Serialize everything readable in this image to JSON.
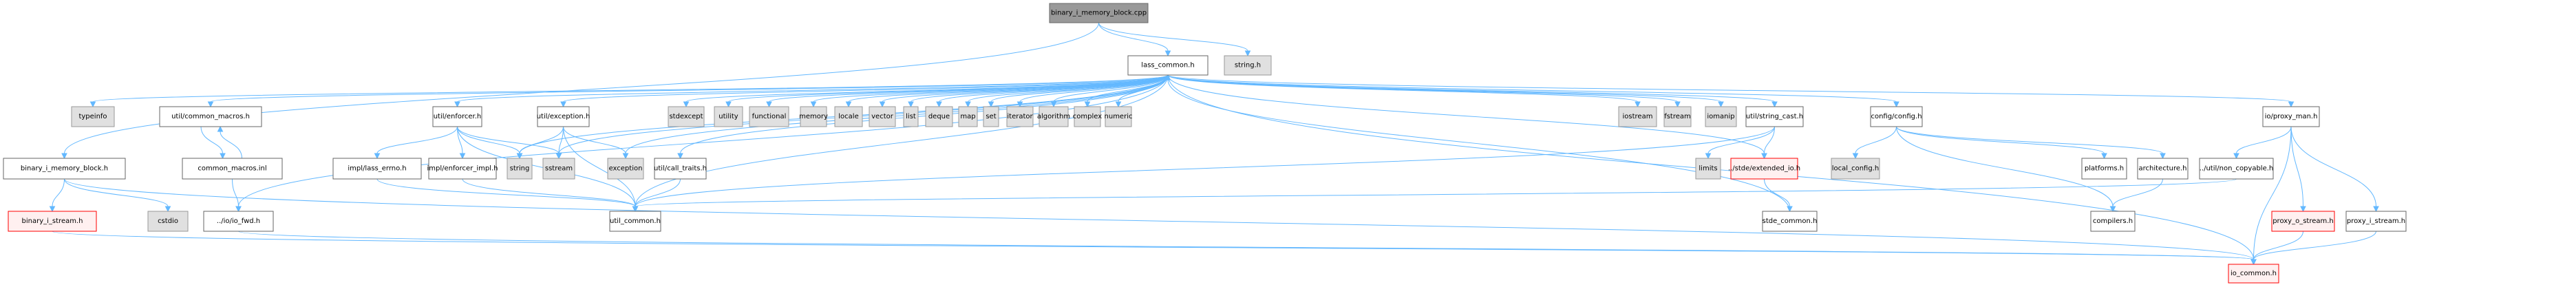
{
  "graph_title": "binary_i_memory_block.cpp include dependency graph",
  "colors": {
    "root_fill": "#999999",
    "root_stroke": "#666666",
    "local_fill": "#ffffff",
    "local_stroke": "#666666",
    "system_fill": "#e0e0e0",
    "system_stroke": "#999999",
    "missing_fill": "#fff0f0",
    "missing_stroke": "#ff0000",
    "edge": "#63b8ff"
  },
  "nodes": [
    {
      "id": "root",
      "label": "binary_i_memory_block.cpp",
      "kind": "root"
    },
    {
      "id": "lass_common",
      "label": "lass_common.h",
      "kind": "local"
    },
    {
      "id": "string_h",
      "label": "string.h",
      "kind": "system"
    },
    {
      "id": "typeinfo",
      "label": "typeinfo",
      "kind": "system"
    },
    {
      "id": "common_macros_h",
      "label": "util/common_macros.h",
      "kind": "local"
    },
    {
      "id": "enforcer",
      "label": "util/enforcer.h",
      "kind": "local"
    },
    {
      "id": "exception_h",
      "label": "util/exception.h",
      "kind": "local"
    },
    {
      "id": "stdexcept",
      "label": "stdexcept",
      "kind": "system"
    },
    {
      "id": "utility",
      "label": "utility",
      "kind": "system"
    },
    {
      "id": "functional",
      "label": "functional",
      "kind": "system"
    },
    {
      "id": "memory",
      "label": "memory",
      "kind": "system"
    },
    {
      "id": "locale",
      "label": "locale",
      "kind": "system"
    },
    {
      "id": "vector",
      "label": "vector",
      "kind": "system"
    },
    {
      "id": "list",
      "label": "list",
      "kind": "system"
    },
    {
      "id": "deque",
      "label": "deque",
      "kind": "system"
    },
    {
      "id": "map",
      "label": "map",
      "kind": "system"
    },
    {
      "id": "set",
      "label": "set",
      "kind": "system"
    },
    {
      "id": "iterator",
      "label": "iterator",
      "kind": "system"
    },
    {
      "id": "algorithm",
      "label": "algorithm",
      "kind": "system"
    },
    {
      "id": "complex",
      "label": "complex",
      "kind": "system"
    },
    {
      "id": "numeric",
      "label": "numeric",
      "kind": "system"
    },
    {
      "id": "iostream",
      "label": "iostream",
      "kind": "system"
    },
    {
      "id": "fstream",
      "label": "fstream",
      "kind": "system"
    },
    {
      "id": "iomanip",
      "label": "iomanip",
      "kind": "system"
    },
    {
      "id": "string_cast",
      "label": "util/string_cast.h",
      "kind": "local"
    },
    {
      "id": "config",
      "label": "config/config.h",
      "kind": "local"
    },
    {
      "id": "proxy_man",
      "label": "io/proxy_man.h",
      "kind": "local"
    },
    {
      "id": "bimb_h",
      "label": "binary_i_memory_block.h",
      "kind": "local"
    },
    {
      "id": "common_macros_inl",
      "label": "common_macros.inl",
      "kind": "local"
    },
    {
      "id": "lass_errno",
      "label": "impl/lass_errno.h",
      "kind": "local"
    },
    {
      "id": "enforcer_impl",
      "label": "impl/enforcer_impl.h",
      "kind": "local"
    },
    {
      "id": "string",
      "label": "string",
      "kind": "system"
    },
    {
      "id": "sstream",
      "label": "sstream",
      "kind": "system"
    },
    {
      "id": "exception",
      "label": "exception",
      "kind": "system"
    },
    {
      "id": "call_traits",
      "label": "util/call_traits.h",
      "kind": "local"
    },
    {
      "id": "limits",
      "label": "limits",
      "kind": "system"
    },
    {
      "id": "extended_io",
      "label": "../stde/extended_io.h",
      "kind": "missing"
    },
    {
      "id": "local_config",
      "label": "local_config.h",
      "kind": "system"
    },
    {
      "id": "platforms",
      "label": "platforms.h",
      "kind": "local"
    },
    {
      "id": "architecture",
      "label": "architecture.h",
      "kind": "local"
    },
    {
      "id": "non_copyable",
      "label": "../util/non_copyable.h",
      "kind": "local"
    },
    {
      "id": "binary_i_stream",
      "label": "binary_i_stream.h",
      "kind": "missing"
    },
    {
      "id": "cstdio",
      "label": "cstdio",
      "kind": "system"
    },
    {
      "id": "io_fwd",
      "label": "../io/io_fwd.h",
      "kind": "local"
    },
    {
      "id": "util_common",
      "label": "util_common.h",
      "kind": "local"
    },
    {
      "id": "stde_common",
      "label": "stde_common.h",
      "kind": "local"
    },
    {
      "id": "compilers",
      "label": "compilers.h",
      "kind": "local"
    },
    {
      "id": "proxy_o_stream",
      "label": "proxy_o_stream.h",
      "kind": "missing"
    },
    {
      "id": "proxy_i_stream",
      "label": "proxy_i_stream.h",
      "kind": "local"
    },
    {
      "id": "io_common",
      "label": "io_common.h",
      "kind": "missing"
    }
  ],
  "edges": [
    [
      "root",
      "lass_common"
    ],
    [
      "root",
      "string_h"
    ],
    [
      "root",
      "bimb_h"
    ],
    [
      "lass_common",
      "typeinfo"
    ],
    [
      "lass_common",
      "common_macros_h"
    ],
    [
      "lass_common",
      "enforcer"
    ],
    [
      "lass_common",
      "exception_h"
    ],
    [
      "lass_common",
      "stdexcept"
    ],
    [
      "lass_common",
      "utility"
    ],
    [
      "lass_common",
      "functional"
    ],
    [
      "lass_common",
      "memory"
    ],
    [
      "lass_common",
      "locale"
    ],
    [
      "lass_common",
      "vector"
    ],
    [
      "lass_common",
      "list"
    ],
    [
      "lass_common",
      "deque"
    ],
    [
      "lass_common",
      "map"
    ],
    [
      "lass_common",
      "set"
    ],
    [
      "lass_common",
      "iterator"
    ],
    [
      "lass_common",
      "algorithm"
    ],
    [
      "lass_common",
      "complex"
    ],
    [
      "lass_common",
      "numeric"
    ],
    [
      "lass_common",
      "iostream"
    ],
    [
      "lass_common",
      "fstream"
    ],
    [
      "lass_common",
      "iomanip"
    ],
    [
      "lass_common",
      "string_cast"
    ],
    [
      "lass_common",
      "config"
    ],
    [
      "lass_common",
      "proxy_man"
    ],
    [
      "lass_common",
      "io_fwd"
    ],
    [
      "lass_common",
      "string"
    ],
    [
      "lass_common",
      "sstream"
    ],
    [
      "lass_common",
      "exception"
    ],
    [
      "lass_common",
      "call_traits"
    ],
    [
      "lass_common",
      "util_common"
    ],
    [
      "lass_common",
      "extended_io"
    ],
    [
      "lass_common",
      "io_common"
    ],
    [
      "common_macros_h",
      "common_macros_inl"
    ],
    [
      "common_macros_inl",
      "common_macros_h"
    ],
    [
      "common_macros_inl",
      "io_fwd"
    ],
    [
      "enforcer",
      "lass_errno"
    ],
    [
      "enforcer",
      "enforcer_impl"
    ],
    [
      "enforcer",
      "string"
    ],
    [
      "enforcer",
      "sstream"
    ],
    [
      "enforcer",
      "util_common"
    ],
    [
      "exception_h",
      "string"
    ],
    [
      "exception_h",
      "sstream"
    ],
    [
      "exception_h",
      "exception"
    ],
    [
      "exception_h",
      "util_common"
    ],
    [
      "lass_errno",
      "util_common"
    ],
    [
      "enforcer_impl",
      "util_common"
    ],
    [
      "call_traits",
      "util_common"
    ],
    [
      "string_cast",
      "limits"
    ],
    [
      "string_cast",
      "extended_io"
    ],
    [
      "string_cast",
      "util_common"
    ],
    [
      "extended_io",
      "stde_common"
    ],
    [
      "stde_common",
      "lass_common"
    ],
    [
      "config",
      "local_config"
    ],
    [
      "config",
      "platforms"
    ],
    [
      "config",
      "architecture"
    ],
    [
      "config",
      "compilers"
    ],
    [
      "architecture",
      "compilers"
    ],
    [
      "proxy_man",
      "non_copyable"
    ],
    [
      "proxy_man",
      "io_common"
    ],
    [
      "proxy_man",
      "proxy_o_stream"
    ],
    [
      "proxy_man",
      "proxy_i_stream"
    ],
    [
      "non_copyable",
      "util_common"
    ],
    [
      "proxy_o_stream",
      "io_common"
    ],
    [
      "proxy_i_stream",
      "io_common"
    ],
    [
      "bimb_h",
      "binary_i_stream"
    ],
    [
      "bimb_h",
      "cstdio"
    ],
    [
      "bimb_h",
      "io_common"
    ],
    [
      "binary_i_stream",
      "io_common"
    ],
    [
      "io_fwd",
      "io_common"
    ]
  ]
}
